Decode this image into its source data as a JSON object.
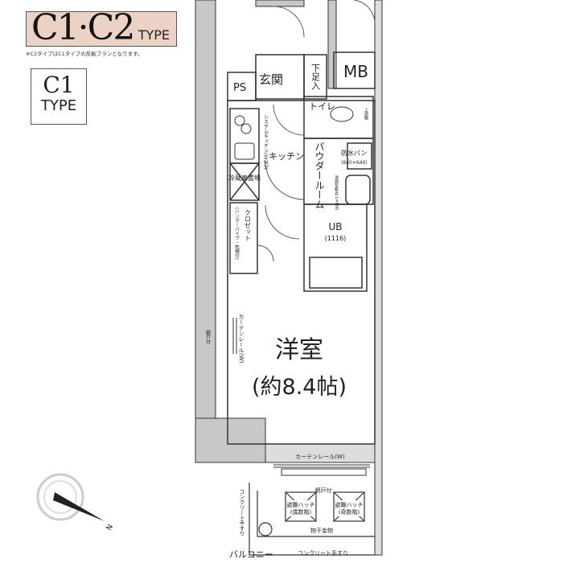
{
  "header": {
    "title": "C1·C2",
    "type_label": "TYPE",
    "note": "※C2タイプはC1タイプの反転プランとなります。"
  },
  "badge": {
    "name": "C1",
    "type_label": "TYPE"
  },
  "rooms": {
    "entrance": "玄関",
    "shoe_box": "下足入",
    "mb": "MB",
    "ps": "PS",
    "toilet": "トイレ",
    "upper_shelf": "上部棚",
    "system_kitchen": "システムキッチン(IH2口)",
    "kitchen": "キッチン",
    "powder_room": "パウダールーム",
    "waterproof_pan": "防水パン",
    "waterproof_pan_size": "(640×640)",
    "vanity": "洗面化粧台 L=600",
    "fridge": "冷蔵庫置場",
    "closet": "クロゼット",
    "closet_note": "(ハンガーパイプ・枕棚付)",
    "ub": "UB",
    "ub_size": "(1116)",
    "western_room": "洋室",
    "western_room_size": "(約8.4帖)",
    "curtain_rail_side": "カーテンレール(W)",
    "screen_door_side": "網戸付",
    "curtain_rail_bottom": "カーテンレール(W)",
    "screen_door_bottom": "網戸付",
    "hatch_even": [
      "避難ハッチ",
      "(偶数階)"
    ],
    "hatch_odd": [
      "避難ハッチ",
      "(奇数階)"
    ],
    "drying_hardware": "物干金物",
    "concrete_rail_left": "コンクリート手すり",
    "concrete_rail_bottom": "コンクリート手すり",
    "balcony": "バルコニー"
  },
  "compass": {
    "north_label": "N"
  }
}
